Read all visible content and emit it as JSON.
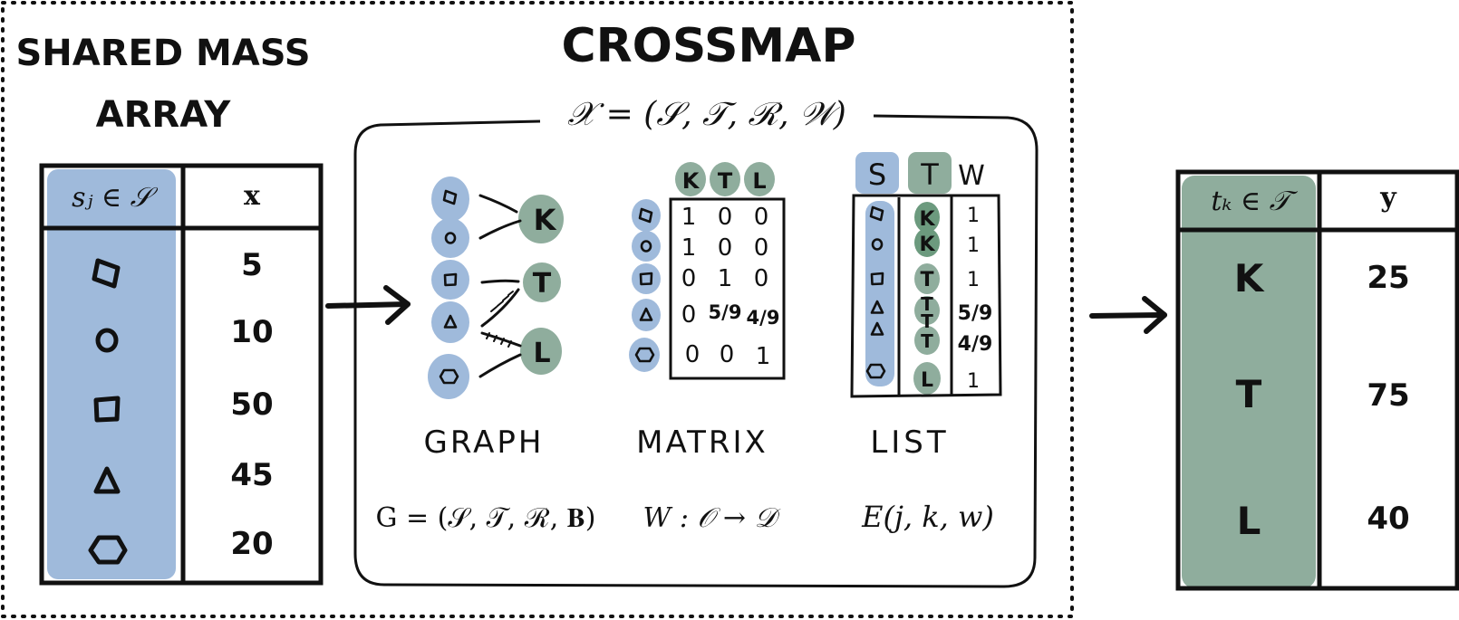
{
  "title_left": [
    "SHARED MASS",
    "ARRAY"
  ],
  "title_center": "CROSSMAP",
  "crossmap_formula": "𝒳  =  (𝒮, 𝒯, ℛ, 𝒲)",
  "source_table": {
    "header_left": "sⱼ ∈ 𝒮",
    "header_right": "x",
    "values": [
      "5",
      "10",
      "50",
      "45",
      "20"
    ]
  },
  "target_table": {
    "header_left": "tₖ ∈ 𝒯",
    "header_right": "y",
    "labels": [
      "K",
      "T",
      "L"
    ],
    "values": [
      "25",
      "75",
      "40"
    ]
  },
  "graph": {
    "targets": [
      "K",
      "T",
      "L"
    ],
    "caption": "GRAPH",
    "formula": "G = (𝒮, 𝒯, ℛ, 𝐁)"
  },
  "matrix": {
    "col_labels": [
      "K",
      "T",
      "L"
    ],
    "rows": [
      [
        "1",
        "0",
        "0"
      ],
      [
        "1",
        "0",
        "0"
      ],
      [
        "0",
        "1",
        "0"
      ],
      [
        "0",
        "5/9",
        "4/9"
      ],
      [
        "0",
        "0",
        "1"
      ]
    ],
    "caption": "MATRIX",
    "formula": "W : 𝒪 → 𝒟"
  },
  "list": {
    "headers": [
      "S",
      "T",
      "W"
    ],
    "targets": [
      "K",
      "K",
      "T",
      "T",
      "T",
      "T",
      "L"
    ],
    "weights": [
      "1",
      "1",
      "1",
      "5/9",
      "4/9",
      "1"
    ],
    "caption": "LIST",
    "formula": "E(j, k, w)"
  },
  "colors": {
    "blue": "#9fbadb",
    "green": "#8fad9d",
    "dark_green": "#6c9a7e",
    "ink": "#111111"
  }
}
